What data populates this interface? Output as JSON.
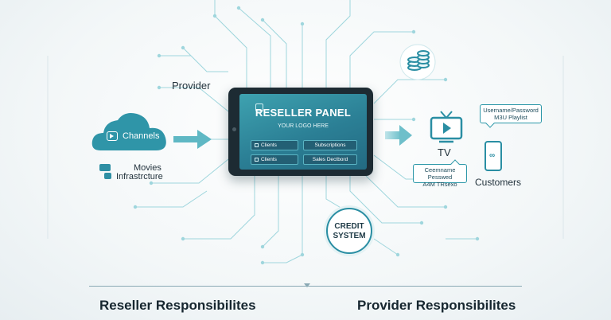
{
  "provider": {
    "title": "Provider",
    "cloud_label": "Channels",
    "movies": "Movies",
    "infrastructure": "Infrastrcture"
  },
  "reseller_panel": {
    "title": "RESELLER PANEL",
    "logo_text": "YOUR LOGO HERE",
    "buttons": [
      {
        "label": "Clients"
      },
      {
        "label": "Subscriptions"
      },
      {
        "label": "Clients"
      },
      {
        "label": "Sales Dectbord"
      }
    ]
  },
  "credit_system": {
    "line1": "CREDIT",
    "line2": "SYSTEM"
  },
  "customers": {
    "tv_label": "TV",
    "customers_label": "Customers",
    "bubble_top": {
      "line1": "Username/Password",
      "line2": "M3U Playlist"
    },
    "bubble_bottom": {
      "line1": "Ceemname Pesswed",
      "line2": "A4M TRsexo"
    }
  },
  "footer": {
    "left": "Reseller Responsibilites",
    "right": "Provider Responsibilites"
  },
  "colors": {
    "accent": "#2a8ea3",
    "accent_light": "#7fc9d3",
    "screen": "#2b7f95",
    "dark": "#1d2b33"
  }
}
